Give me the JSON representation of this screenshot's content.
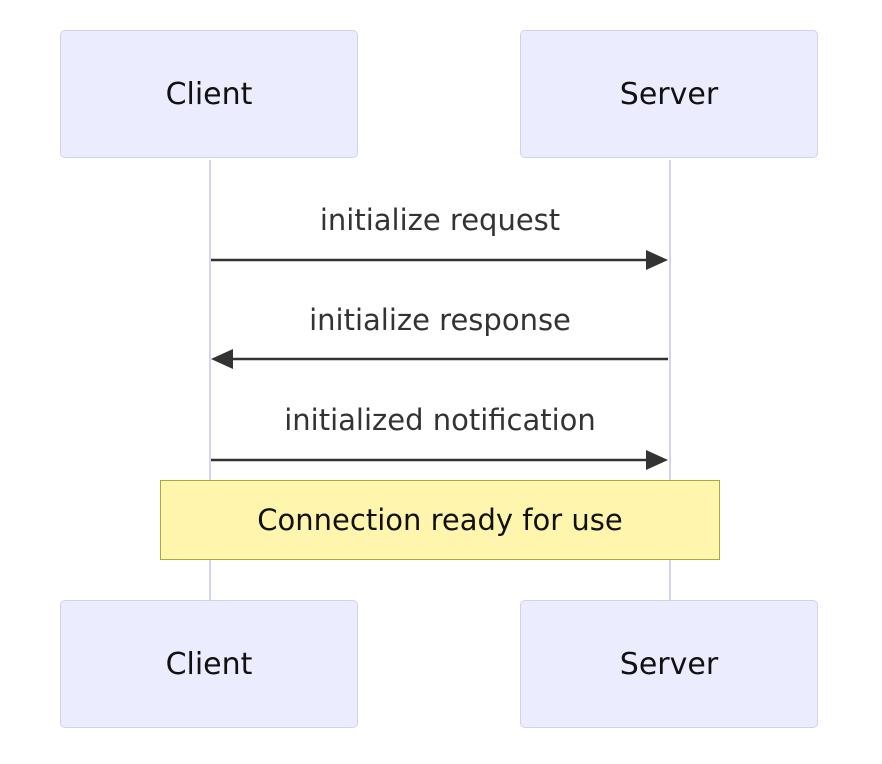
{
  "participants": {
    "client": "Client",
    "server": "Server"
  },
  "messages": [
    {
      "from": "Client",
      "to": "Server",
      "label": "initialize request"
    },
    {
      "from": "Server",
      "to": "Client",
      "label": "initialize response"
    },
    {
      "from": "Client",
      "to": "Server",
      "label": "initialized notification"
    }
  ],
  "note": {
    "text": "Connection ready for use",
    "over": [
      "Client",
      "Server"
    ]
  },
  "colors": {
    "actor_fill": "#ececff",
    "actor_border": "#d3d0ef",
    "lifeline": "#d6d3ef",
    "arrow": "#333333",
    "note_fill": "#fff5ad",
    "note_border": "#aaaa33"
  }
}
